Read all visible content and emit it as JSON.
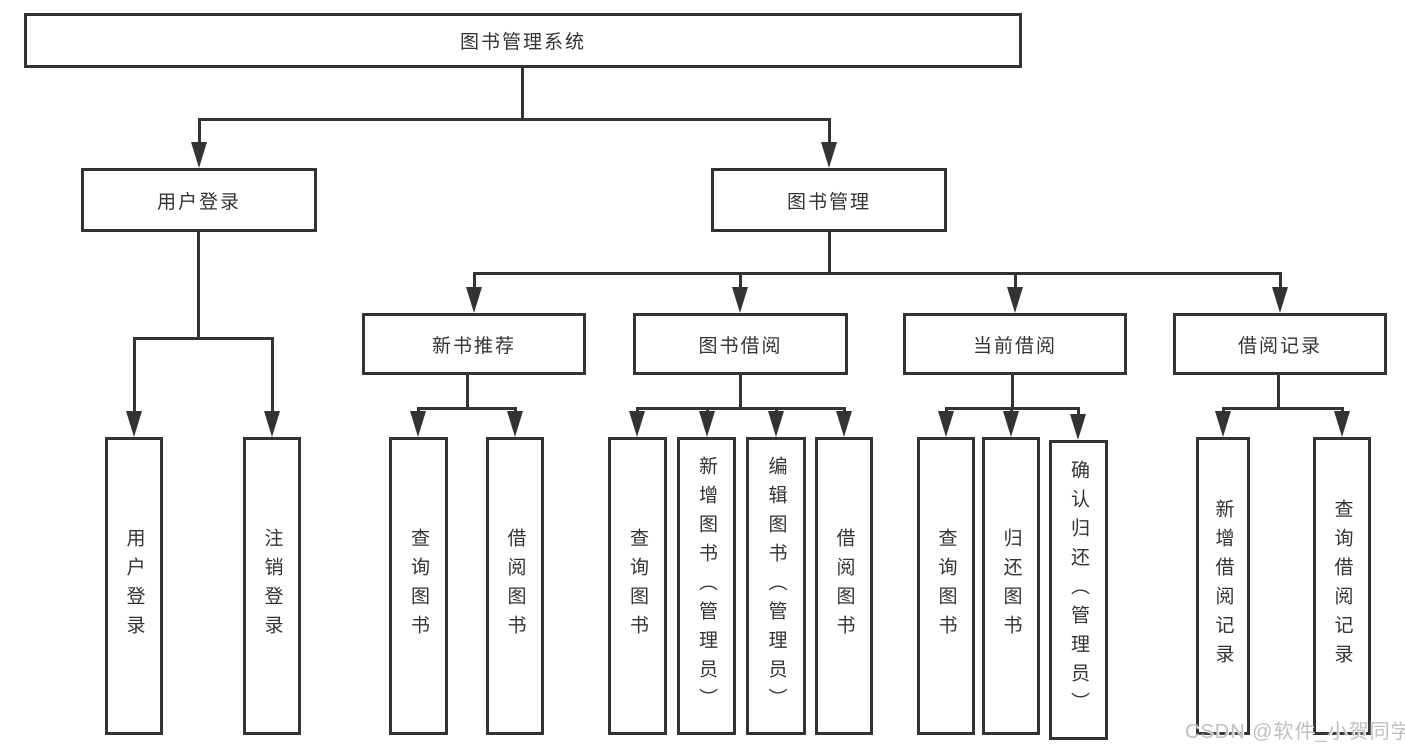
{
  "root": {
    "label": "图书管理系统"
  },
  "level1": {
    "user_login": {
      "label": "用户登录"
    },
    "book_management": {
      "label": "图书管理"
    }
  },
  "level2": {
    "new_book_recommend": {
      "label": "新书推荐"
    },
    "book_borrow": {
      "label": "图书借阅"
    },
    "current_borrow": {
      "label": "当前借阅"
    },
    "borrow_records": {
      "label": "借阅记录"
    }
  },
  "leaves": {
    "user_login": {
      "label": "用户登录"
    },
    "logout": {
      "label": "注销登录"
    },
    "recommend_query_books": {
      "label": "查询图书"
    },
    "recommend_borrow_books": {
      "label": "借阅图书"
    },
    "borrow_query_books": {
      "label": "查询图书"
    },
    "borrow_add_books": {
      "label": "新增图书（管理员）"
    },
    "borrow_edit_books": {
      "label": "编辑图书（管理员）"
    },
    "borrow_borrow_books": {
      "label": "借阅图书"
    },
    "current_query_books": {
      "label": "查询图书"
    },
    "current_return_books": {
      "label": "归还图书"
    },
    "current_confirm_return": {
      "label": "确认归还（管理员）"
    },
    "records_add_record": {
      "label": "新增借阅记录"
    },
    "records_query_record": {
      "label": "查询借阅记录"
    }
  },
  "watermark": {
    "text": "CSDN @软件_小贺同学"
  },
  "colors": {
    "line": "#333333",
    "text": "#333333",
    "background": "#ffffff",
    "watermark": "#bfbfbf"
  }
}
